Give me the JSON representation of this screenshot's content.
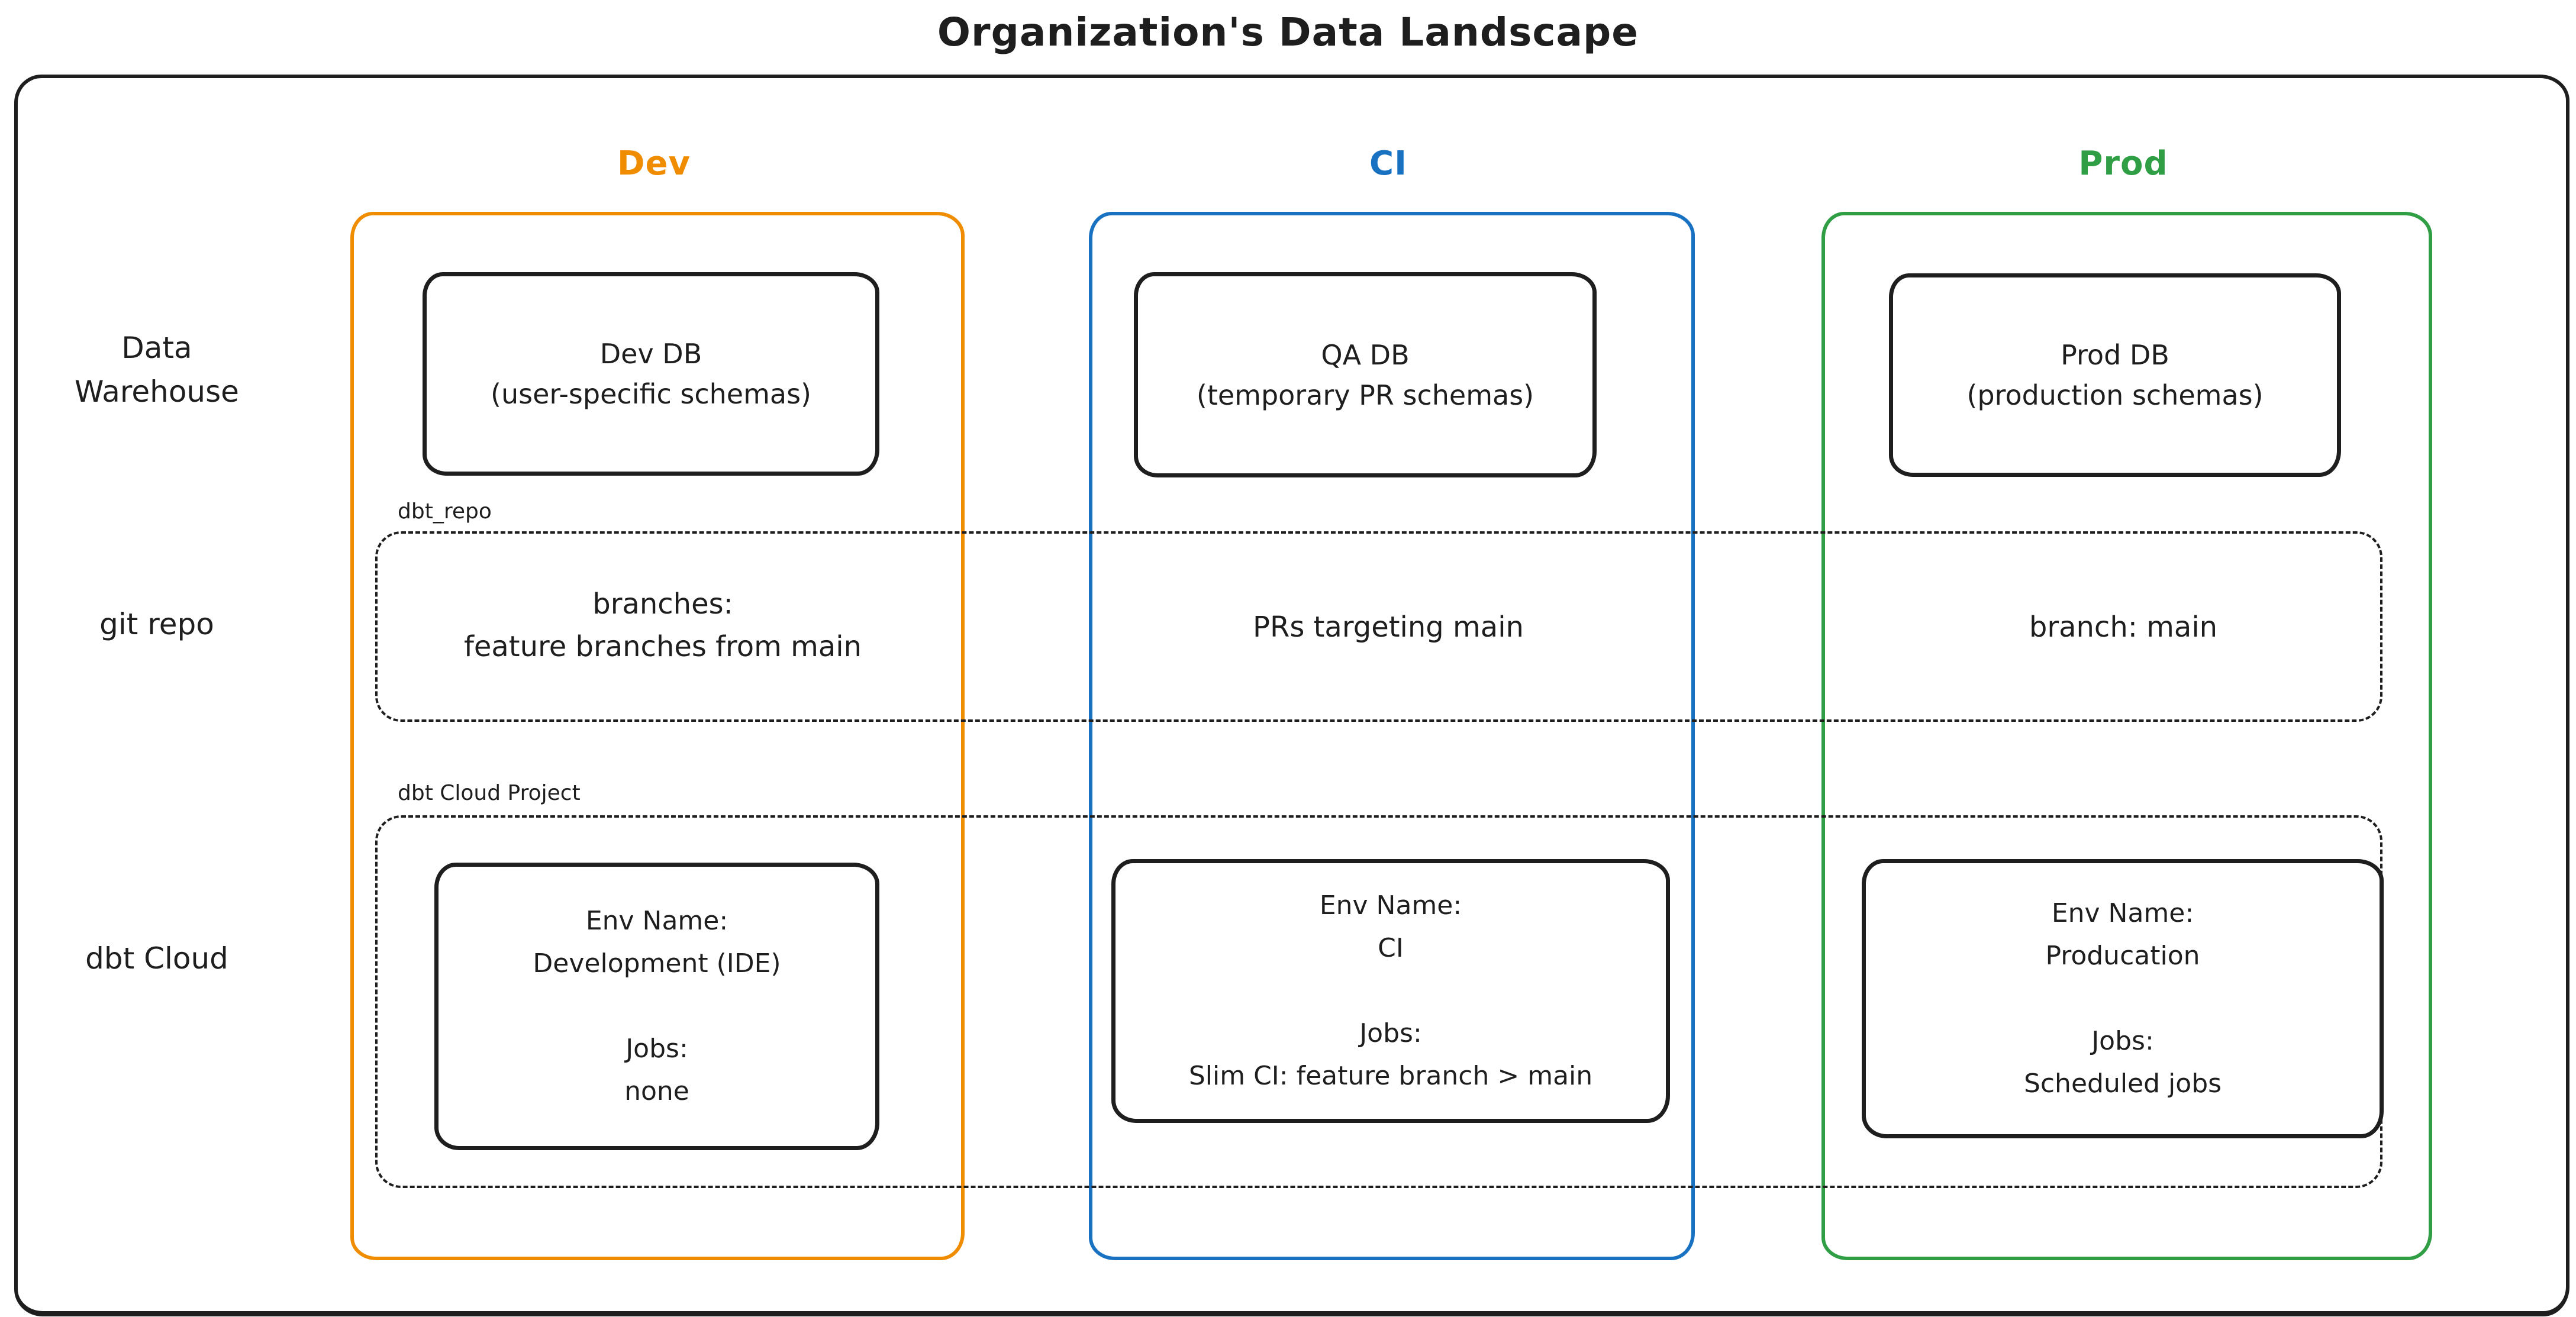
{
  "title": "Organization's Data Landscape",
  "palette": {
    "ink": "#1e1e1e",
    "dev": "#f08c00",
    "ci": "#1971c2",
    "prod": "#2f9e44"
  },
  "row_labels": {
    "warehouse": "Data\nWarehouse",
    "git": "git repo",
    "cloud": "dbt Cloud"
  },
  "group_labels": {
    "repo": "dbt_repo",
    "cloud_project": "dbt Cloud Project"
  },
  "columns": [
    {
      "label": "Dev",
      "db": "Dev DB\n(user-specific schemas)",
      "git": "branches:\nfeature branches from main",
      "env": "Env Name:\nDevelopment (IDE)\n\nJobs:\nnone"
    },
    {
      "label": "CI",
      "db": "QA DB\n(temporary PR schemas)",
      "git": "PRs targeting main",
      "env": "Env Name:\nCI\n\nJobs:\nSlim CI: feature branch > main"
    },
    {
      "label": "Prod",
      "db": "Prod DB\n(production schemas)",
      "git": "branch: main",
      "env": "Env Name:\nProducation\n\nJobs:\nScheduled jobs"
    }
  ]
}
